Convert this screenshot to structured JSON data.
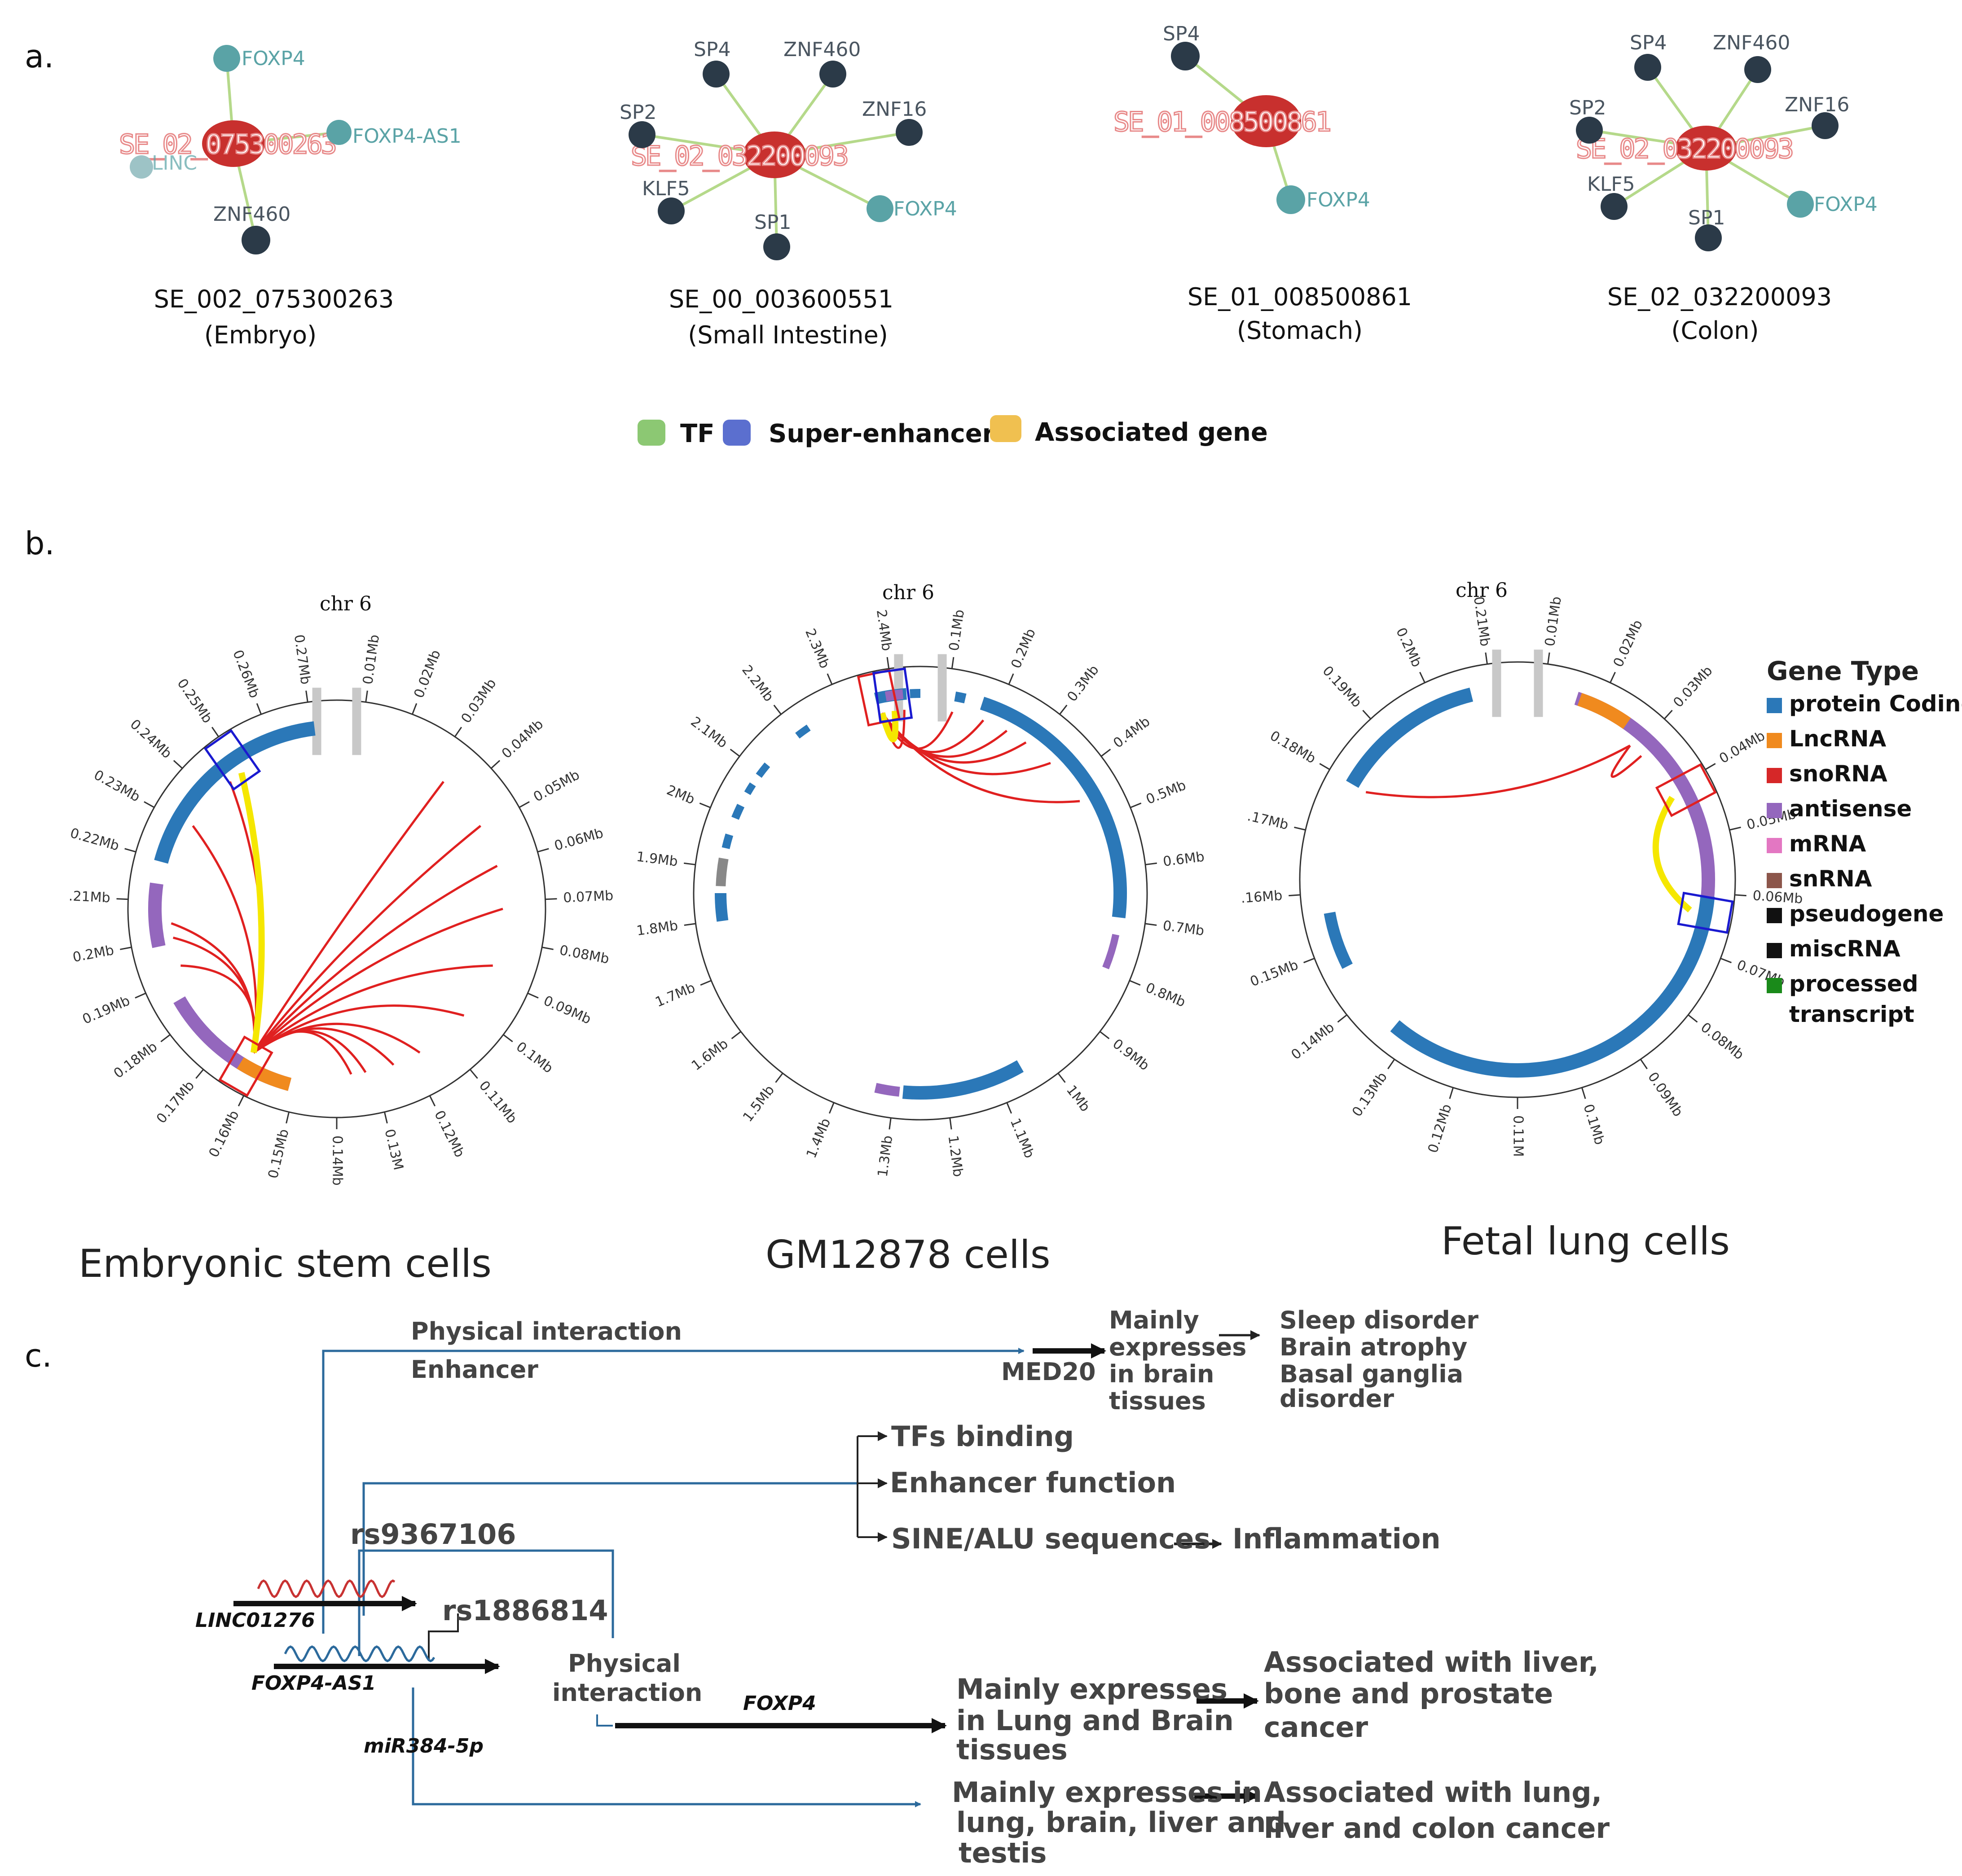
{
  "panel_labels": {
    "a": "a.",
    "b": "b.",
    "c": "c."
  },
  "panel_a": {
    "networks": [
      {
        "se_text": "SE_02_075300263",
        "caption_id": "SE_002_075300263",
        "caption_tissue": "(Embryo)",
        "tf_labels": [
          "FOXP4",
          "FOXP4-AS1",
          "LINC"
        ],
        "node_labels": [
          "ZNF460"
        ]
      },
      {
        "se_text": "SE_02_032200093",
        "caption_id": "SE_00_003600551",
        "caption_tissue": "(Small Intestine)",
        "tf_labels": [
          "FOXP4"
        ],
        "node_labels": [
          "SP4",
          "ZNF460",
          "SP2",
          "ZNF16",
          "KLF5",
          "SP1"
        ]
      },
      {
        "se_text": "SE_01_008500861",
        "caption_id": "SE_01_008500861",
        "caption_tissue": "(Stomach)",
        "tf_labels": [
          "FOXP4"
        ],
        "node_labels": [
          "SP4"
        ]
      },
      {
        "se_text": "SE_02_032200093",
        "caption_id": "SE_02_032200093",
        "caption_tissue": "(Colon)",
        "tf_labels": [
          "FOXP4"
        ],
        "node_labels": [
          "SP4",
          "ZNF460",
          "SP2",
          "ZNF16",
          "KLF5",
          "SP1"
        ]
      }
    ],
    "legend": [
      {
        "label": "TF",
        "color": "#8cc873"
      },
      {
        "label": "Super-enhancer",
        "color": "#5b6fcf"
      },
      {
        "label": "Associated gene",
        "color": "#f0c050"
      }
    ]
  },
  "panel_b": {
    "chr_label": "chr 6",
    "circos": [
      {
        "title": "Embryonic stem cells",
        "ticks": [
          "0.01Mb",
          "0.02Mb",
          "0.03Mb",
          "0.04Mb",
          "0.05Mb",
          "0.06Mb",
          "0.07Mb",
          "0.08Mb",
          "0.09Mb",
          "0.1Mb",
          "0.11Mb",
          "0.12Mb",
          "0.13M",
          "0.14Mb",
          "0.15Mb",
          "0.16Mb",
          "0.17Mb",
          "0.18Mb",
          "0.19Mb",
          "0.2Mb",
          ".21Mb",
          "0.22Mb",
          "0.23Mb",
          "0.24Mb",
          "0.25Mb",
          "0.26Mb",
          "0.27Mb"
        ]
      },
      {
        "title": "GM12878 cells",
        "ticks": [
          "0.1Mb",
          "0.2Mb",
          "0.3Mb",
          "0.4Mb",
          "0.5Mb",
          "0.6Mb",
          "0.7Mb",
          "0.8Mb",
          "0.9Mb",
          "1Mb",
          "1.1Mb",
          "1.2Mb",
          "1.3Mb",
          "1.4Mb",
          "1.5Mb",
          "1.6Mb",
          "1.7Mb",
          "1.8Mb",
          "1.9Mb",
          "2Mb",
          "2.1Mb",
          "2.2Mb",
          "2.3Mb",
          "2.4Mb"
        ]
      },
      {
        "title": "Fetal lung cells",
        "ticks": [
          "0.01Mb",
          "0.02Mb",
          "0.03Mb",
          "0.04Mb",
          "0.05Mb",
          "0.06Mb",
          "0.07Mb",
          "0.08Mb",
          "0.09Mb",
          "0.1Mb",
          "0.11M",
          "0.12Mb",
          "0.13Mb",
          "0.14Mb",
          "0.15Mb",
          ".16Mb",
          ".17Mb",
          "0.18Mb",
          "0.19Mb",
          "0.2Mb",
          "0.21Mb"
        ]
      }
    ],
    "gene_type_title": "Gene Type",
    "gene_types": [
      {
        "label": "protein Coding",
        "color": "#2b78b8"
      },
      {
        "label": "LncRNA",
        "color": "#f08a1e"
      },
      {
        "label": "snoRNA",
        "color": "#d62728"
      },
      {
        "label": "antisense",
        "color": "#9467bd"
      },
      {
        "label": "mRNA",
        "color": "#e377c2"
      },
      {
        "label": "snRNA",
        "color": "#8c564b"
      },
      {
        "label": "pseudogene",
        "color": "#111111"
      },
      {
        "label": "miscRNA",
        "color": "#111111"
      },
      {
        "label": "processed",
        "label2": "transcript",
        "color": "#1a8a1a"
      }
    ]
  },
  "panel_c": {
    "physical_interaction": "Physical interaction",
    "enhancer": "Enhancer",
    "med20": "MED20",
    "brain_expr": [
      "Mainly",
      "expresses",
      "in brain",
      "tissues"
    ],
    "brain_disease": [
      "Sleep disorder",
      "Brain atrophy",
      "Basal ganglia",
      "disorder"
    ],
    "tfs_binding": "TFs binding",
    "enhancer_function": "Enhancer function",
    "sine_alu": "SINE/ALU sequences",
    "inflammation": "Inflammation",
    "rs1": "rs9367106",
    "rs2": "rs1886814",
    "linc": "LINC01276",
    "foxp4_as1": "FOXP4-AS1",
    "physical": "Physical",
    "interaction": "interaction",
    "foxp4": "FOXP4",
    "mir": "miR384-5p",
    "lung_expr": [
      "Mainly expresses",
      "in Lung and Brain",
      "tissues"
    ],
    "lung_assoc": [
      "Associated with liver,",
      "bone and prostate",
      "cancer"
    ],
    "mir_expr": [
      "Mainly expresses in",
      "lung, brain, liver and",
      "testis"
    ],
    "mir_assoc": [
      "Associated with lung,",
      "liver and colon cancer"
    ]
  }
}
